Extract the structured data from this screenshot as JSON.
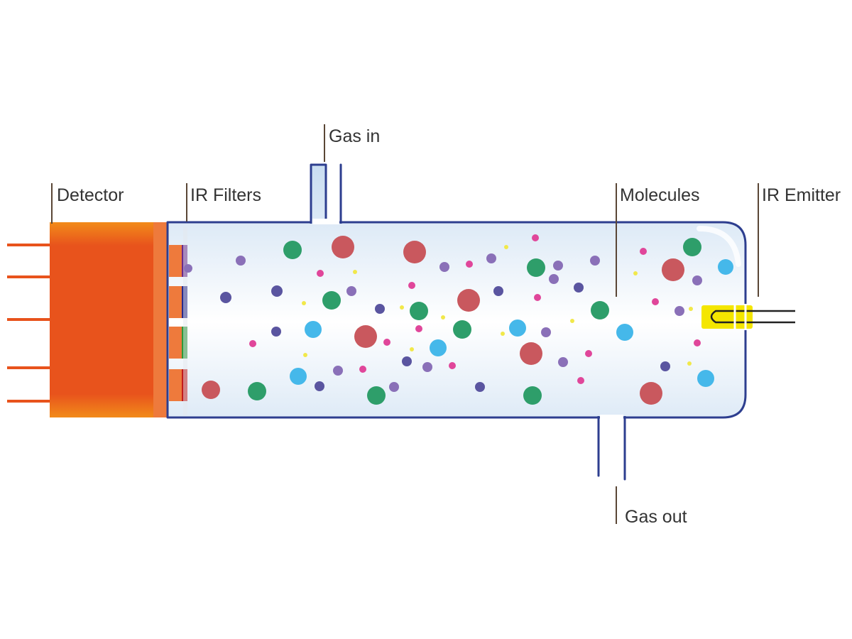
{
  "labels": {
    "detector": "Detector",
    "ir_filters": "IR Filters",
    "gas_in": "Gas in",
    "molecules": "Molecules",
    "ir_emitter": "IR Emitter",
    "gas_out": "Gas out"
  },
  "colors": {
    "tube_outline": "#2d3e8f",
    "tube_fill_edge": "#c9ddf1",
    "tube_fill_center": "#ffffff",
    "detector_dark": "#e8531c",
    "detector_light": "#f28b1a",
    "detector_pins": "#e8531c",
    "leader_line": "#5a4636",
    "emitter": "#f4e600",
    "filters": [
      "#6a2a8a",
      "#2a2a8a",
      "#2e9a3a",
      "#c21b1b"
    ],
    "molecules": {
      "red": "#c9585e",
      "green": "#2e9e6a",
      "blue": "#45b8ea",
      "purple": "#8a70b8",
      "indigo": "#5a55a0",
      "pink": "#e0469a",
      "yellow": "#f1e84a"
    }
  }
}
